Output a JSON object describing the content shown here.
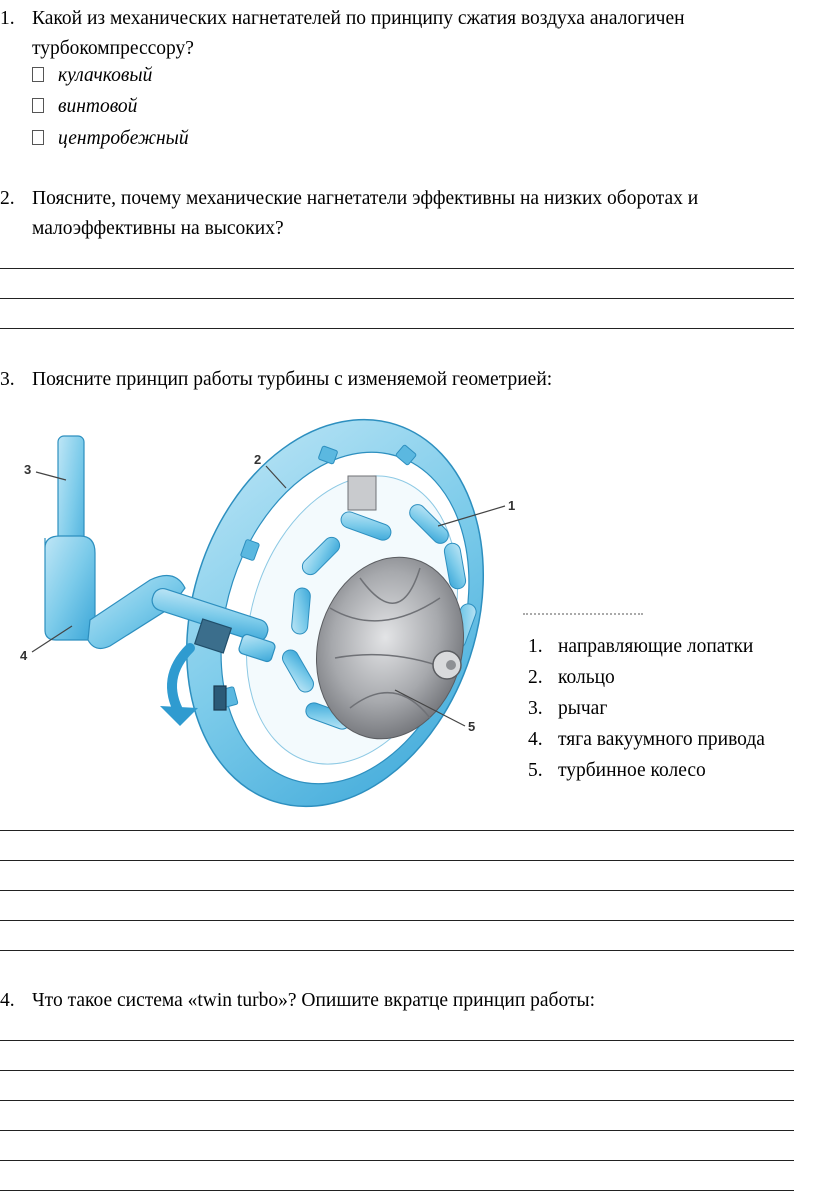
{
  "q1": {
    "num": "1.",
    "text": "Какой из механических нагнетателей по принципу сжатия воздуха аналогичен турбокомпрессору?",
    "options": [
      "кулачковый",
      "винтовой",
      "центробежный"
    ]
  },
  "q2": {
    "num": "2.",
    "text": "Поясните, почему механические нагнетатели эффективны на низких оборотах и малоэффективны на высоких?"
  },
  "q3": {
    "num": "3.",
    "text": "Поясните принцип работы турбины с изменяемой геометрией:",
    "figure_labels": [
      "1",
      "2",
      "3",
      "4",
      "5"
    ],
    "legend": [
      {
        "n": "1.",
        "label": "направляющие лопатки"
      },
      {
        "n": "2.",
        "label": "кольцо"
      },
      {
        "n": "3.",
        "label": "рычаг"
      },
      {
        "n": "4.",
        "label": "тяга вакуумного привода"
      },
      {
        "n": "5.",
        "label": "турбинное колесо"
      }
    ]
  },
  "q4": {
    "num": "4.",
    "text": "Что такое система «twin turbo»? Опишите вкратце принцип работы:"
  },
  "colors": {
    "diagram_blue": "#7ccbea",
    "diagram_blue_dark": "#3aa6d8",
    "impeller_grey": "#a7a9ad"
  }
}
